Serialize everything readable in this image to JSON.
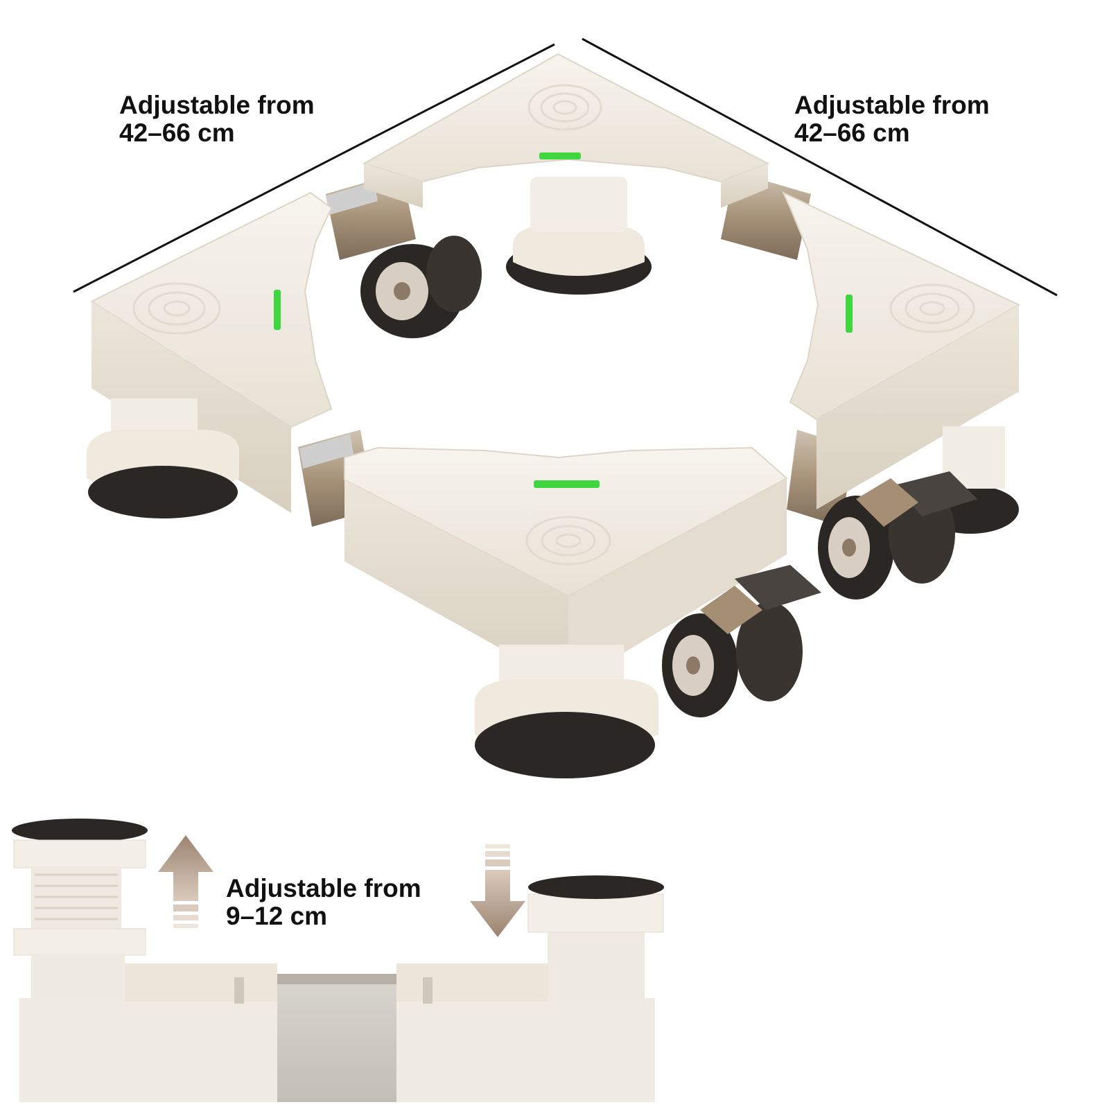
{
  "callouts": {
    "left_width": {
      "line1": "Adjustable from",
      "line2": "42–66 cm"
    },
    "right_depth": {
      "line1": "Adjustable from",
      "line2": "42–66 cm"
    },
    "height": {
      "line1": "Adjustable from",
      "line2": "9–12 cm"
    }
  },
  "colors": {
    "frame_white": "#f2ede4",
    "frame_shadow": "#d9d1c3",
    "wheel_dark": "#2b2724",
    "bronze": "#a58f74",
    "level_green": "#3fd63f",
    "arrow_tan": "#9c8370"
  },
  "icons": {
    "up": "up-arrow-icon",
    "down": "down-arrow-icon"
  }
}
